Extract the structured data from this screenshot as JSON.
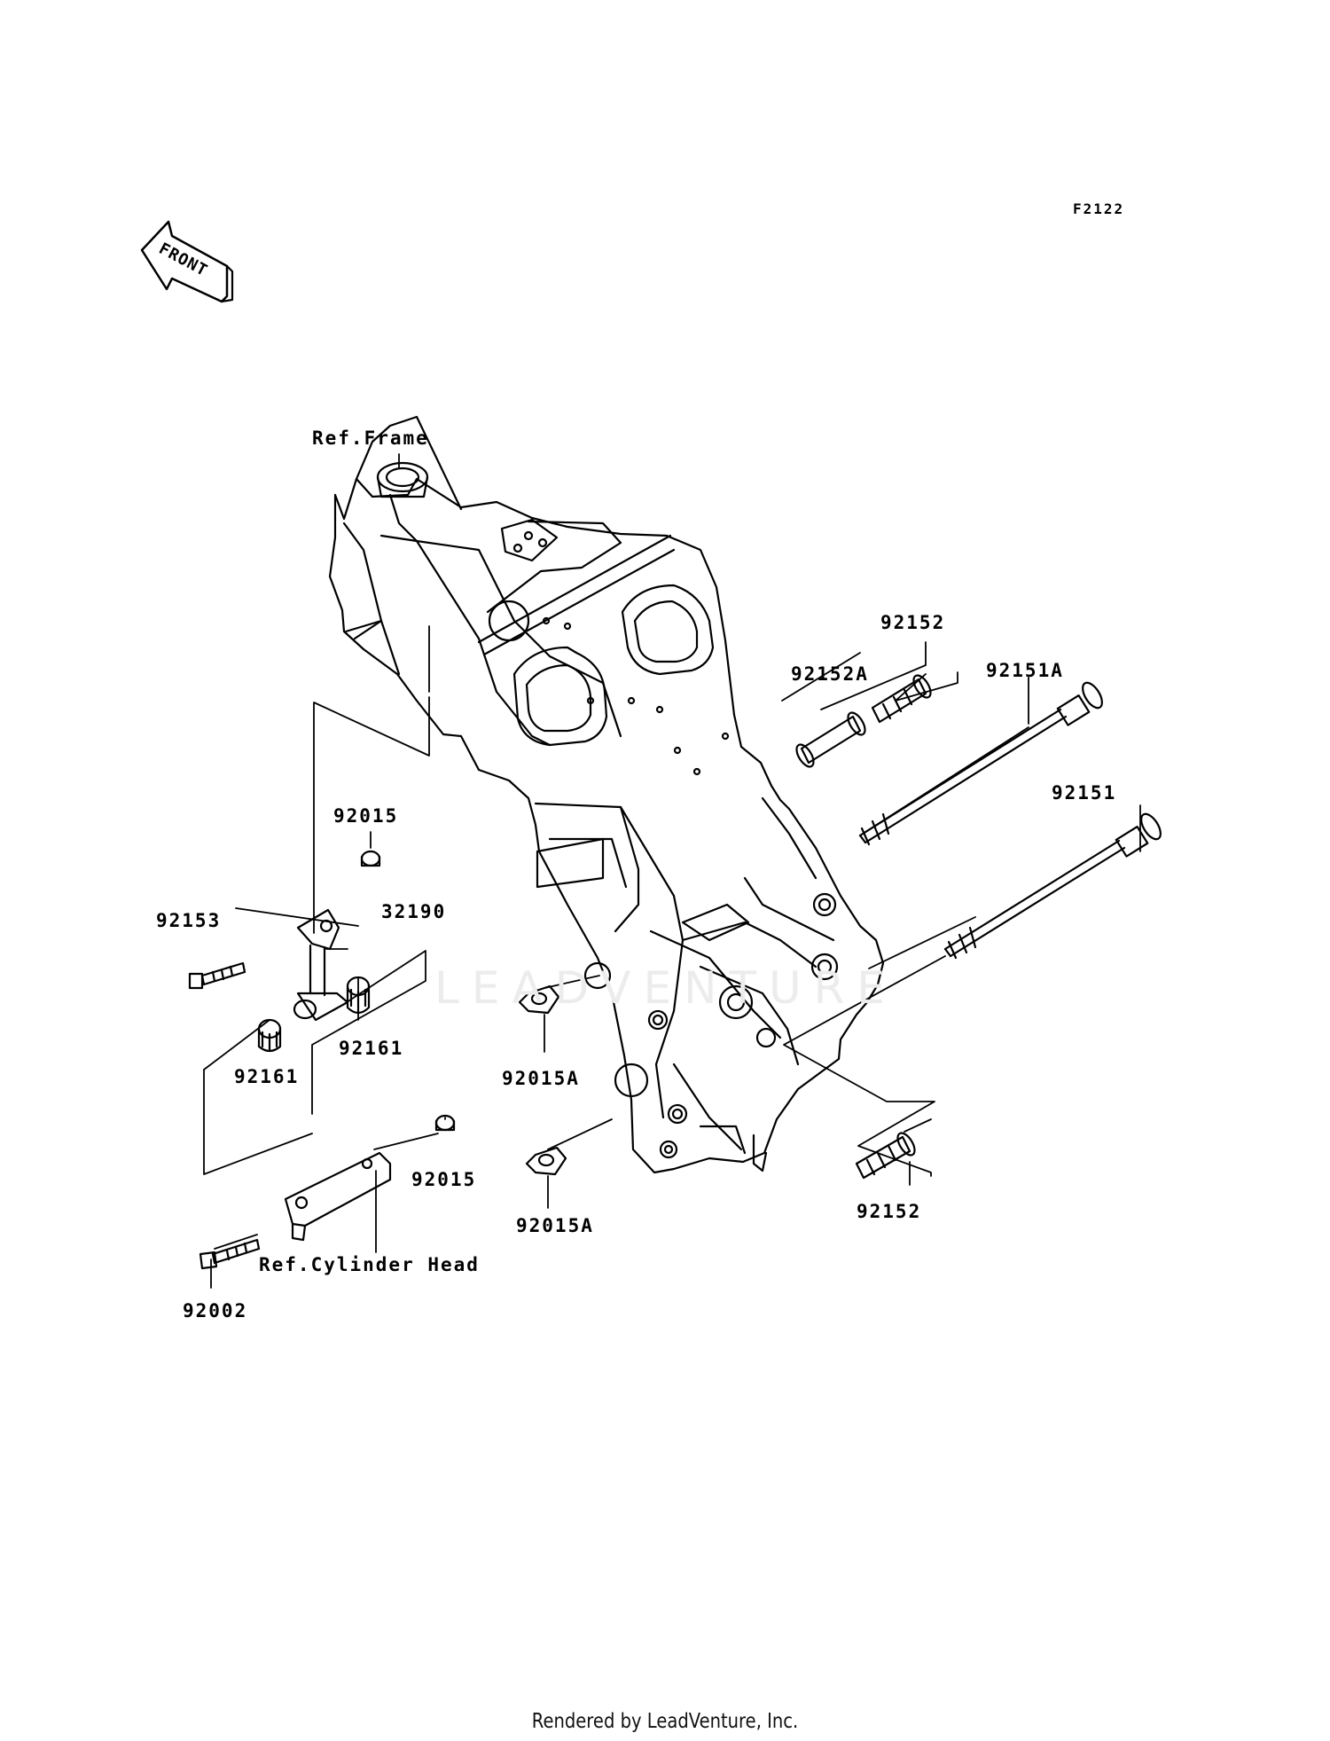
{
  "diagram_code": "F2122",
  "front_arrow": {
    "label": "FRONT"
  },
  "watermark": "LEADVENTURE",
  "labels": {
    "ref_frame": "Ref.Frame",
    "p92152_top": "92152",
    "p92152a": "92152A",
    "p92151a": "92151A",
    "p92151": "92151",
    "p92015_top": "92015",
    "p92153": "92153",
    "p32190": "32190",
    "p92161_right": "92161",
    "p92161_left": "92161",
    "p92015a_top": "92015A",
    "p92015_bottom": "92015",
    "p92152_bottom": "92152",
    "p92015a_bottom": "92015A",
    "ref_cylinder_head": "Ref.Cylinder Head",
    "p92002": "92002"
  },
  "footer": "Rendered by LeadVenture, Inc."
}
